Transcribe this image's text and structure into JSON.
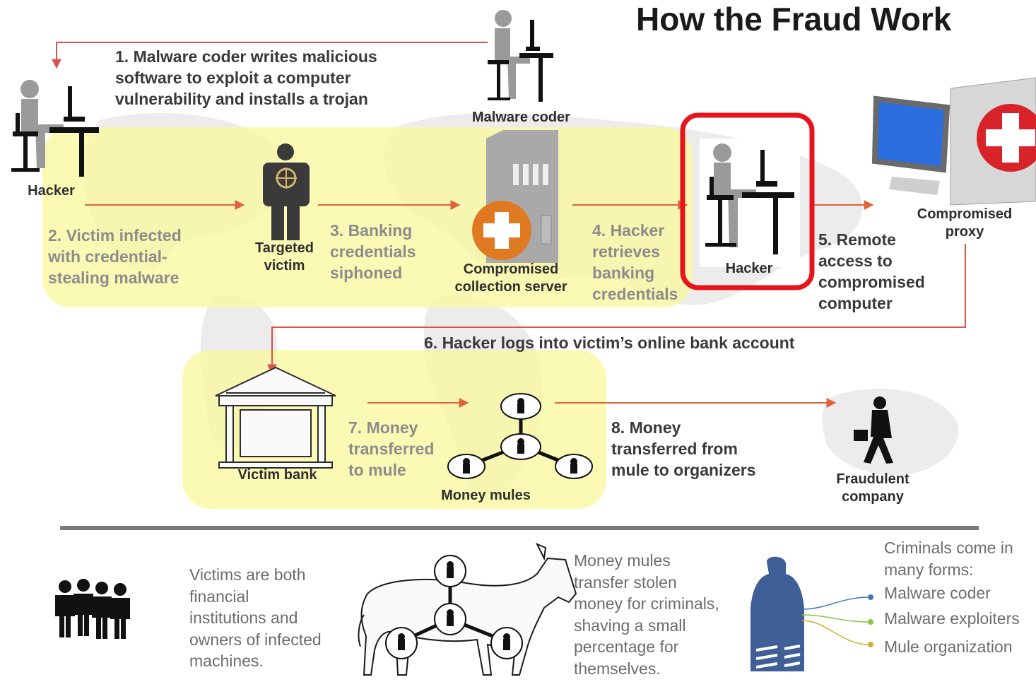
{
  "title": "How the Fraud Work",
  "nodes": {
    "malware_coder": "Malware coder",
    "hacker_left": "Hacker",
    "targeted_victim": [
      "Targeted",
      "victim"
    ],
    "collection_server": [
      "Compromised",
      "collection server"
    ],
    "hacker_center": "Hacker",
    "proxy": [
      "Compromised",
      "proxy"
    ],
    "victim_bank": "Victim bank",
    "money_mules": "Money mules",
    "fraudulent_company": [
      "Fraudulent",
      "company"
    ]
  },
  "steps": {
    "s1": [
      "1. Malware coder writes malicious",
      "software to exploit a computer",
      "vulnerability and installs a trojan"
    ],
    "s2": [
      "2. Victim infected",
      "with credential-",
      "stealing malware"
    ],
    "s3": [
      "3. Banking",
      "credentials",
      "siphoned"
    ],
    "s4": [
      "4. Hacker",
      "retrieves",
      "banking",
      "credentials"
    ],
    "s5": [
      "5. Remote",
      "access to",
      "compromised",
      "computer"
    ],
    "s6": "6. Hacker logs into victim’s online bank account",
    "s7": [
      "7. Money",
      "transferred",
      "to mule"
    ],
    "s8": [
      "8. Money",
      "transferred from",
      "mule to organizers"
    ]
  },
  "footer": {
    "victims": [
      "Victims are both",
      "financial",
      "institutions and",
      "owners of infected",
      "machines."
    ],
    "mules": [
      "Money mules",
      "transfer stolen",
      "money for criminals,",
      "shaving a small",
      "percentage for",
      "themselves."
    ],
    "criminals_title": [
      "Criminals come in",
      "many forms:"
    ],
    "criminal_types": [
      "Malware coder",
      "Malware exploiters",
      "Mule organization"
    ]
  },
  "colors": {
    "highlight": "#faf8a0",
    "arrow": "#e0643a",
    "red_line": "#d9534f",
    "selection_box": "#e8141c",
    "figure_grey": "#9a9a9a",
    "silhouette_blue": "#3f5f96",
    "bullet_blue": "#3a79b8",
    "bullet_green": "#8cc63f",
    "bullet_gold": "#d4b12a"
  }
}
